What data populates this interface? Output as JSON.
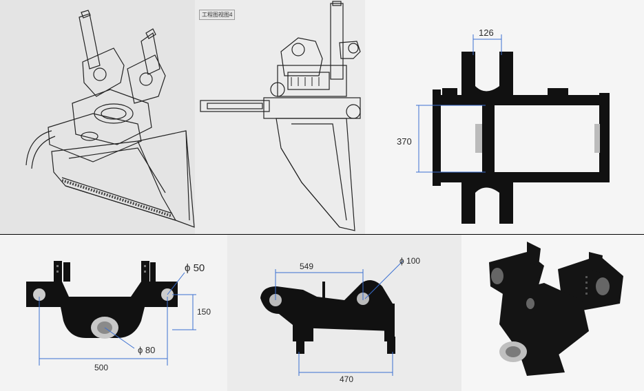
{
  "sheet": {
    "view_tag": "工程图视图4",
    "dimensions": {
      "top_width": "126",
      "top_height": "370",
      "front_hole": "ϕ 50",
      "front_height": "150",
      "front_bore": "ϕ 80",
      "front_width": "500",
      "side_top": "549",
      "side_hole": "ϕ 100",
      "side_bottom": "470"
    }
  }
}
